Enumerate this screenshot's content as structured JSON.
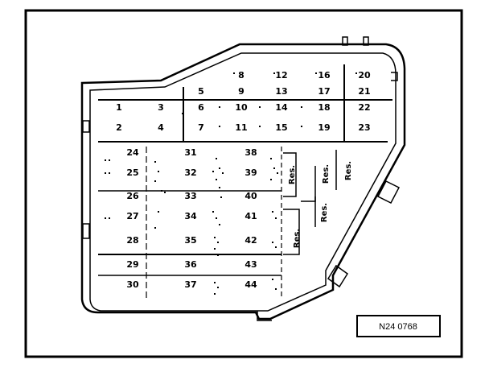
{
  "diagram": {
    "fuses": [
      {
        "label": "1"
      },
      {
        "label": "2"
      },
      {
        "label": "3"
      },
      {
        "label": "4"
      },
      {
        "label": "5"
      },
      {
        "label": "6"
      },
      {
        "label": "7"
      },
      {
        "label": "8"
      },
      {
        "label": "9"
      },
      {
        "label": "10"
      },
      {
        "label": "11"
      },
      {
        "label": "12"
      },
      {
        "label": "13"
      },
      {
        "label": "14"
      },
      {
        "label": "15"
      },
      {
        "label": "16"
      },
      {
        "label": "17"
      },
      {
        "label": "18"
      },
      {
        "label": "19"
      },
      {
        "label": "20"
      },
      {
        "label": "21"
      },
      {
        "label": "22"
      },
      {
        "label": "23"
      },
      {
        "label": "24"
      },
      {
        "label": "25"
      },
      {
        "label": "26"
      },
      {
        "label": "27"
      },
      {
        "label": "28"
      },
      {
        "label": "29"
      },
      {
        "label": "30"
      },
      {
        "label": "31"
      },
      {
        "label": "32"
      },
      {
        "label": "33"
      },
      {
        "label": "34"
      },
      {
        "label": "35"
      },
      {
        "label": "36"
      },
      {
        "label": "37"
      },
      {
        "label": "38"
      },
      {
        "label": "39"
      },
      {
        "label": "40"
      },
      {
        "label": "41"
      },
      {
        "label": "42"
      },
      {
        "label": "43"
      },
      {
        "label": "44"
      }
    ],
    "reserved": [
      {
        "label": "Res."
      },
      {
        "label": "Res."
      },
      {
        "label": "Res."
      },
      {
        "label": "Res."
      },
      {
        "label": "Res."
      }
    ],
    "code_label": "N24 0768"
  }
}
